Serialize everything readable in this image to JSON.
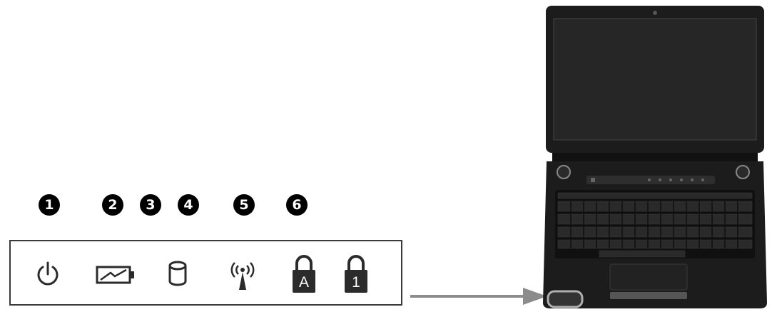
{
  "callouts": [
    {
      "id": "1",
      "glyph": "1"
    },
    {
      "id": "2",
      "glyph": "2"
    },
    {
      "id": "3",
      "glyph": "3"
    },
    {
      "id": "4",
      "glyph": "4"
    },
    {
      "id": "5",
      "glyph": "5"
    },
    {
      "id": "6",
      "glyph": "6"
    }
  ],
  "indicators": [
    {
      "icon": "power-icon"
    },
    {
      "icon": "battery-icon"
    },
    {
      "icon": "hard-drive-icon"
    },
    {
      "icon": "wireless-icon"
    },
    {
      "icon": "caps-lock-icon",
      "letter": "A"
    },
    {
      "icon": "num-lock-icon",
      "letter": "1"
    }
  ],
  "colors": {
    "ink": "#000000",
    "icon": "#2b2b2b",
    "arrow": "#8c8c8c",
    "laptop_body": "#1c1c1c",
    "screen": "#262626"
  }
}
